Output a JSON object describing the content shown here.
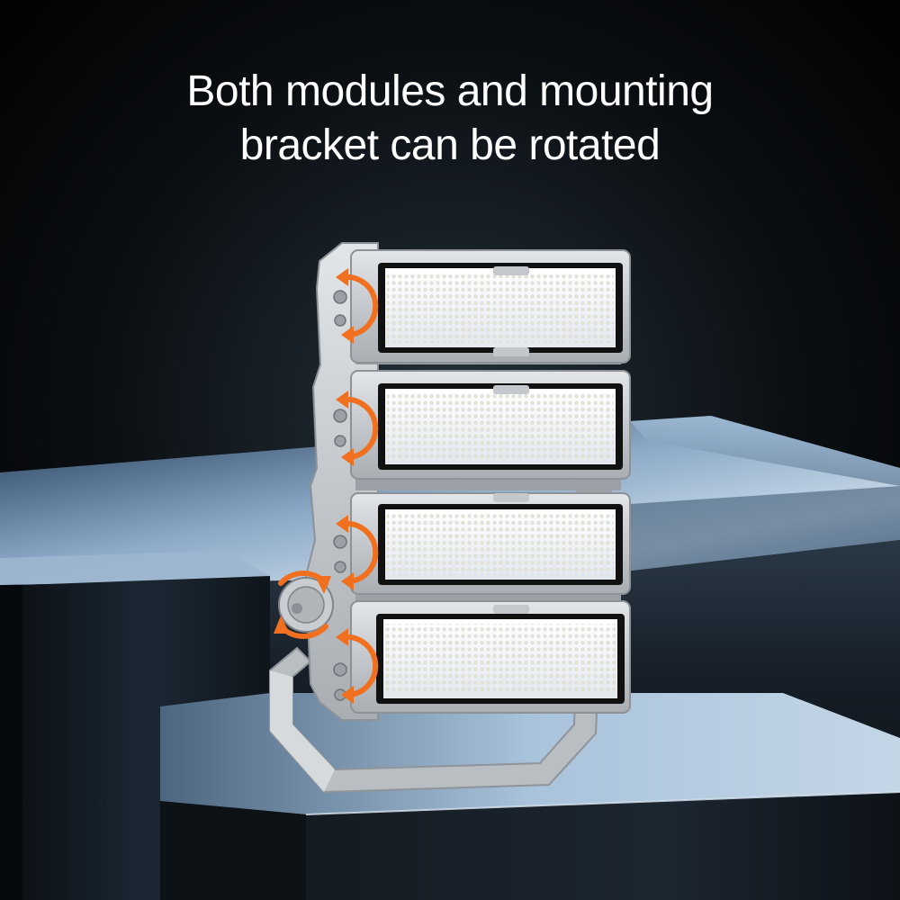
{
  "headline": {
    "line1": "Both modules and mounting",
    "line2": "bracket can be rotated"
  },
  "product": {
    "module_count": 4,
    "module_leds": {
      "columns": 30,
      "rows": 7
    }
  },
  "icons": {
    "module_rotation": "rotate-arrows-icon",
    "bracket_rotation": "rotate-arrows-icon"
  },
  "colors": {
    "background": "#000000",
    "text": "#ffffff",
    "accent_arrows": "#f07020",
    "housing": "#c9cdd1",
    "led_panel": "#f2f4f6"
  }
}
